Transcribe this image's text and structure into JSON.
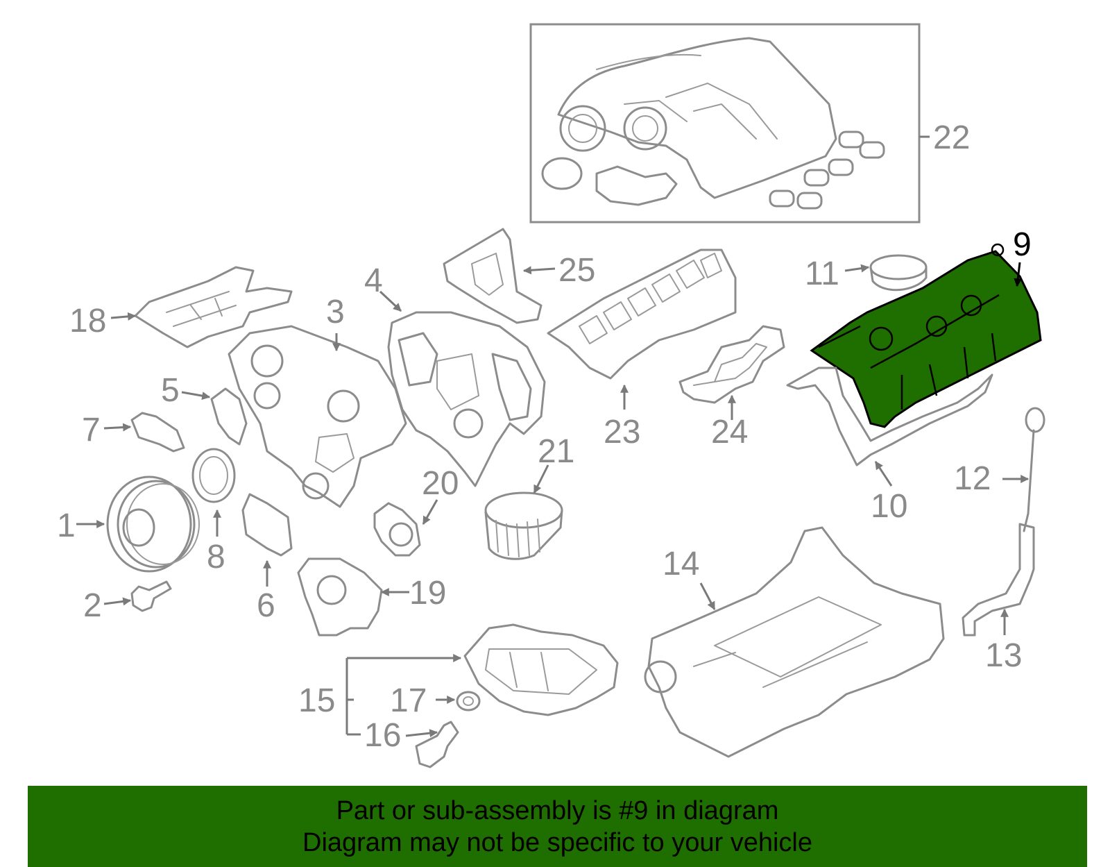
{
  "diagram": {
    "highlight_fill": "#1f6e00",
    "highlight_stroke": "#000000",
    "part_stroke": "#8c8c8c",
    "callouts": [
      "1",
      "2",
      "3",
      "4",
      "5",
      "6",
      "7",
      "8",
      "9",
      "10",
      "11",
      "12",
      "13",
      "14",
      "15",
      "16",
      "17",
      "18",
      "19",
      "20",
      "21",
      "22",
      "23",
      "24",
      "25"
    ],
    "highlighted": "9"
  },
  "banner": {
    "background": "#1f6e00",
    "line1": "Part or sub-assembly is #9 in diagram",
    "line2": "Diagram may not be specific to your vehicle"
  }
}
